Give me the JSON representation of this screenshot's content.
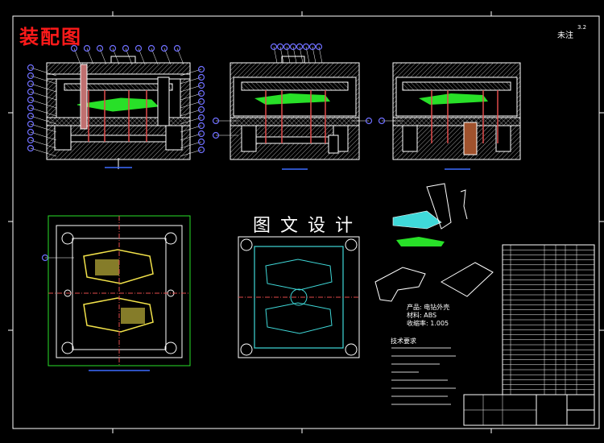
{
  "drawing": {
    "title": "装配图",
    "roughness_note": "未注",
    "roughness_value": "3.2",
    "watermark": "图文设计"
  },
  "product_info": {
    "name_line": "产品: 电钻外壳",
    "material_line": "材料: ABS",
    "shrink_line": "收缩率: 1.005"
  },
  "notes": {
    "title": "技术要求"
  },
  "colors": {
    "background": "#000000",
    "outline": "#ffffff",
    "title_red": "#ff1a1a",
    "callout_blue": "#6f6fff",
    "part_green": "#28e028",
    "core_yellow": "#f2e24a",
    "cavity_cyan": "#3fd9d9",
    "pin_red": "#e04a4a",
    "hatch_grey": "#a0a0a0",
    "brown": "#a0522d"
  }
}
